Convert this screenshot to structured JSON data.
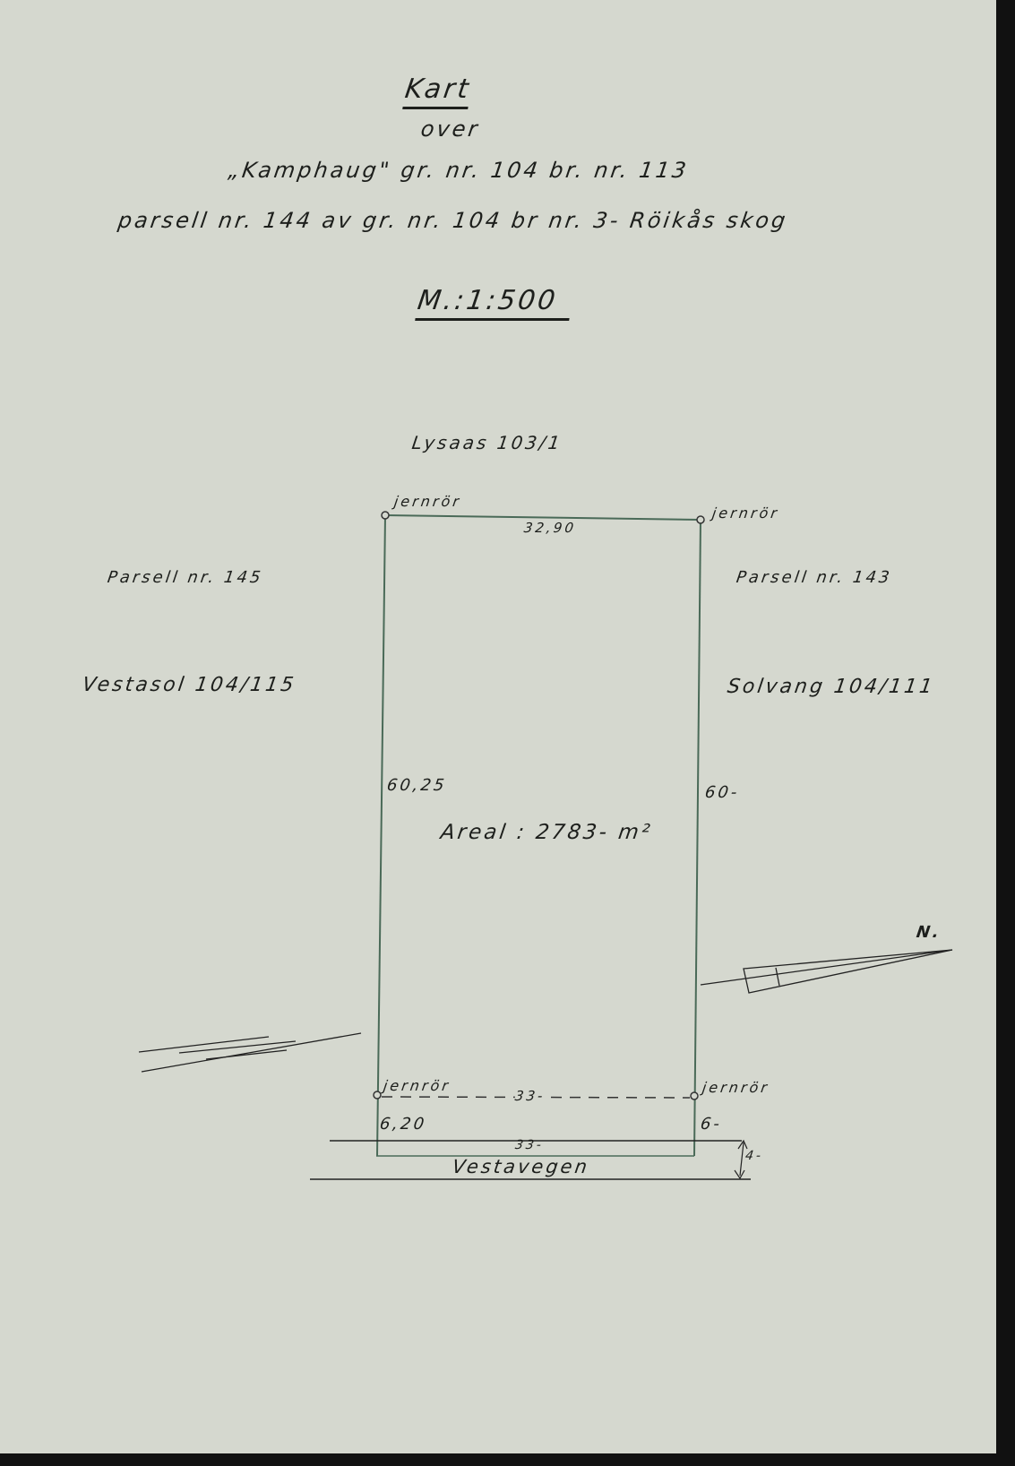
{
  "title": "Kart",
  "subtitle": "over",
  "line1": "„Kamphaug\" gr. nr. 104 br. nr. 113",
  "line2": "parsell nr. 144  av gr. nr. 104  br nr. 3- Röikås skog",
  "scale": "M.:1:500",
  "north_label": "Lysaas 103/1",
  "west_parcel": "Parsell nr. 145",
  "west_owner": "Vestasol 104/115",
  "east_parcel": "Parsell nr. 143",
  "east_owner": "Solvang 104/111",
  "markers": {
    "top_left": "jernrör",
    "top_right": "jernrör",
    "bottom_left": "jernrör",
    "bottom_right": "jernrör"
  },
  "dims": {
    "top": "32,90",
    "left": "60,25",
    "right": "60-",
    "bottom": "33-",
    "road_edge": "33-",
    "left_ext": "6,20",
    "right_ext": "6-",
    "road_width": "4-"
  },
  "area": "Areal : 2783- m²",
  "road": "Vestavegen",
  "compass": "N."
}
